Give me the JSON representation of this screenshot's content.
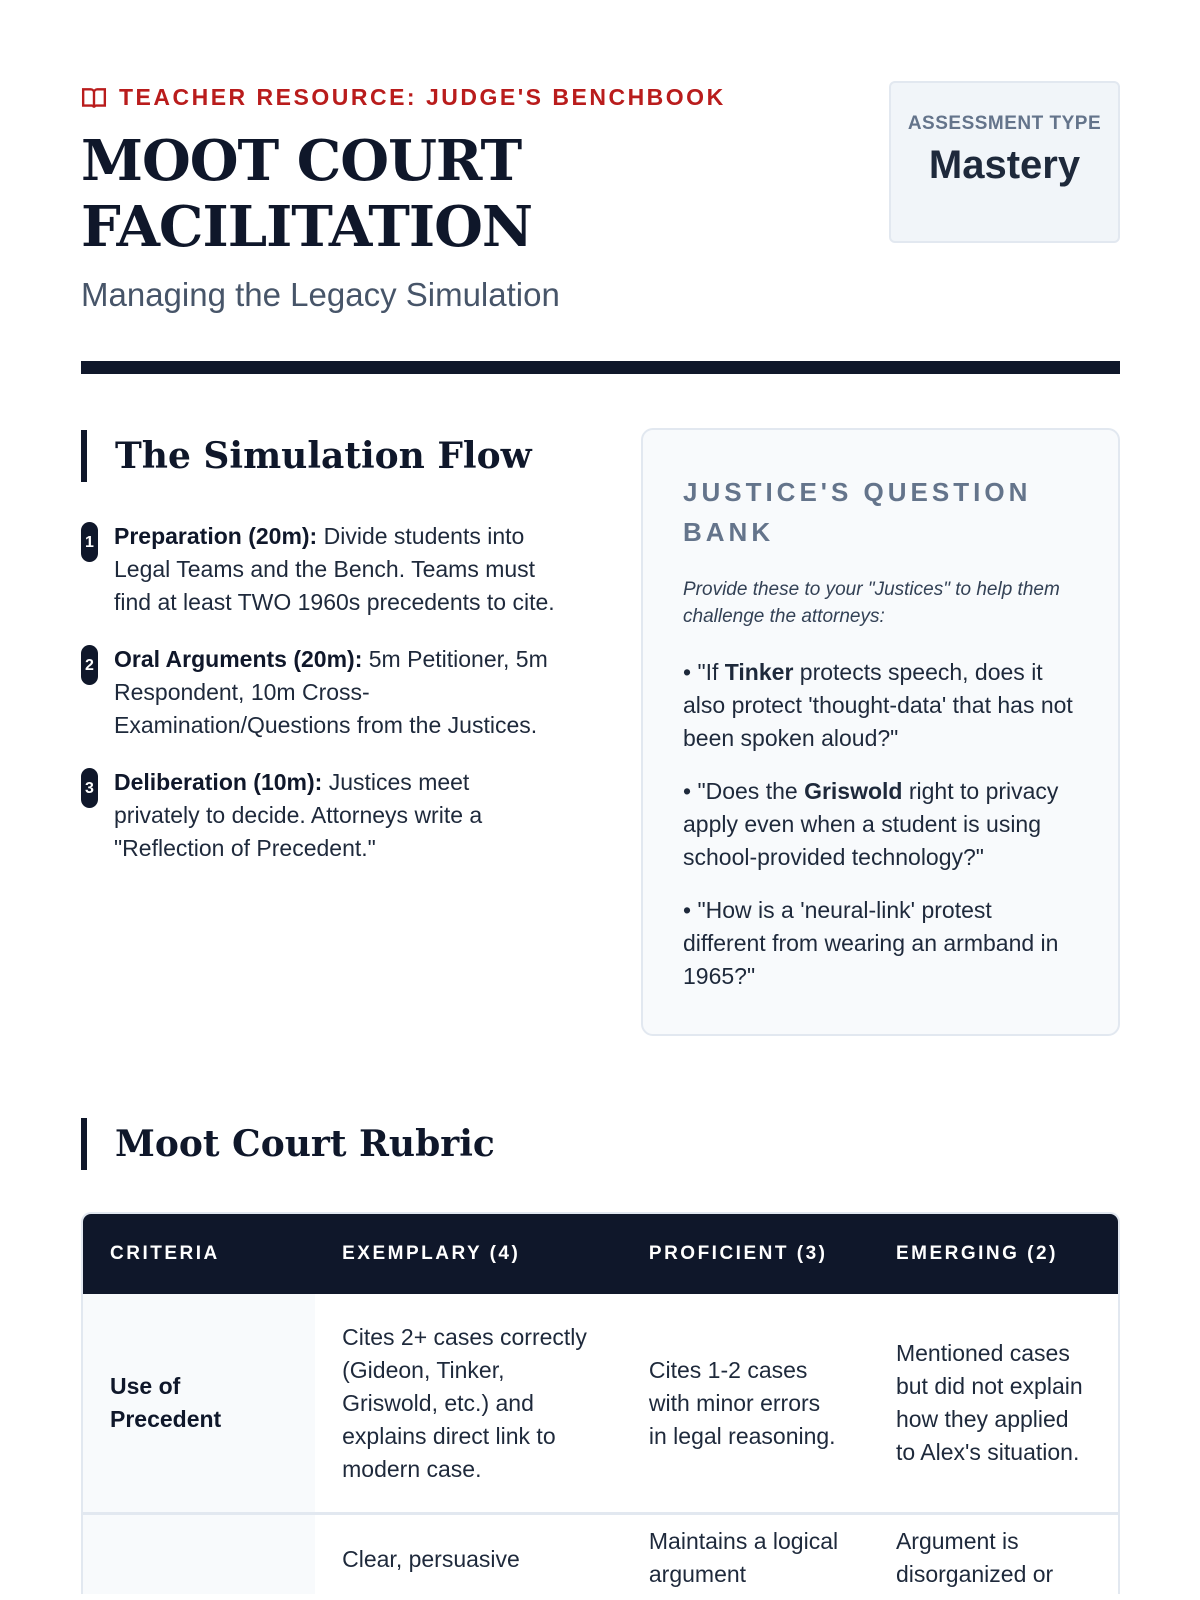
{
  "header": {
    "eyebrow": "TEACHER RESOURCE: JUDGE'S BENCHBOOK",
    "title": "MOOT COURT FACILITATION",
    "subtitle": "Managing the Legacy Simulation"
  },
  "badge": {
    "label": "ASSESSMENT TYPE",
    "value": "Mastery"
  },
  "flow": {
    "heading": "The Simulation Flow",
    "steps": [
      {
        "num": "1",
        "title": "Preparation (20m):",
        "text": "Divide students into Legal Teams and the Bench. Teams must find at least TWO 1960s precedents to cite."
      },
      {
        "num": "2",
        "title": "Oral Arguments (20m):",
        "text": "5m Petitioner, 5m Respondent, 10m Cross-Examination/Questions from the Justices."
      },
      {
        "num": "3",
        "title": "Deliberation (10m):",
        "text": "Justices meet privately to decide. Attorneys write a \"Reflection of Precedent.\""
      }
    ]
  },
  "question_bank": {
    "heading": "JUSTICE'S QUESTION BANK",
    "intro": "Provide these to your \"Justices\" to help them challenge the attorneys:",
    "questions": [
      {
        "pre": "• \"If ",
        "bold": "Tinker",
        "post": " protects speech, does it also protect 'thought-data' that has not been spoken aloud?\""
      },
      {
        "pre": "• \"Does the ",
        "bold": "Griswold",
        "post": " right to privacy apply even when a student is using school-provided technology?\""
      },
      {
        "pre": "• \"How is a 'neural-link' protest different from wearing an armband in 1965?\"",
        "bold": "",
        "post": ""
      }
    ]
  },
  "rubric": {
    "heading": "Moot Court Rubric",
    "columns": [
      "CRITERIA",
      "EXEMPLARY (4)",
      "PROFICIENT (3)",
      "EMERGING (2)"
    ],
    "rows": [
      [
        "Use of Precedent",
        "Cites 2+ cases correctly (Gideon, Tinker, Griswold, etc.) and explains direct link to modern case.",
        "Cites 1-2 cases with minor errors in legal reasoning.",
        "Mentioned cases but did not explain how they applied to Alex's situation."
      ],
      [
        "",
        "Clear, persuasive",
        "Maintains a logical argument",
        "Argument is disorganized or"
      ]
    ]
  }
}
